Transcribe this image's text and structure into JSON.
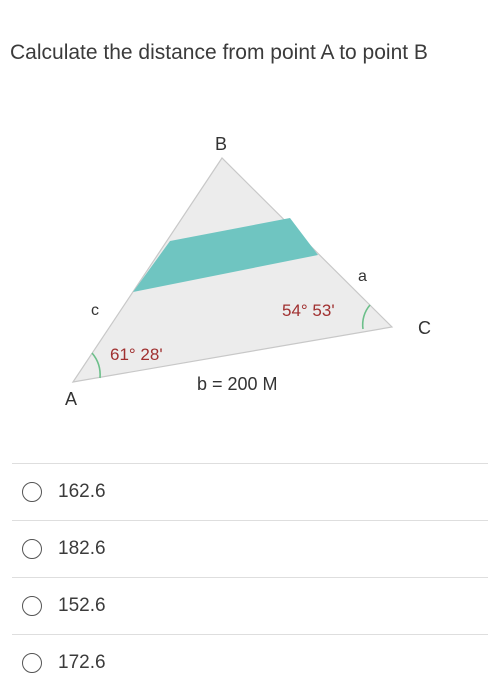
{
  "question": {
    "text": "Calculate the distance from point A to point B"
  },
  "figure": {
    "vertex_a": "A",
    "vertex_b": "B",
    "vertex_c": "C",
    "side_a": "a",
    "side_c": "c",
    "side_b": "b = 200 M",
    "angle_a": "61° 28'",
    "angle_c": "54° 53'",
    "colors": {
      "triangle_fill": "#ececec",
      "band_fill": "#6fc5c1",
      "angle_arc": "#6cbf8a",
      "label_red": "#a03030"
    }
  },
  "options": [
    {
      "label": "162.6"
    },
    {
      "label": "182.6"
    },
    {
      "label": "152.6"
    },
    {
      "label": "172.6"
    }
  ]
}
